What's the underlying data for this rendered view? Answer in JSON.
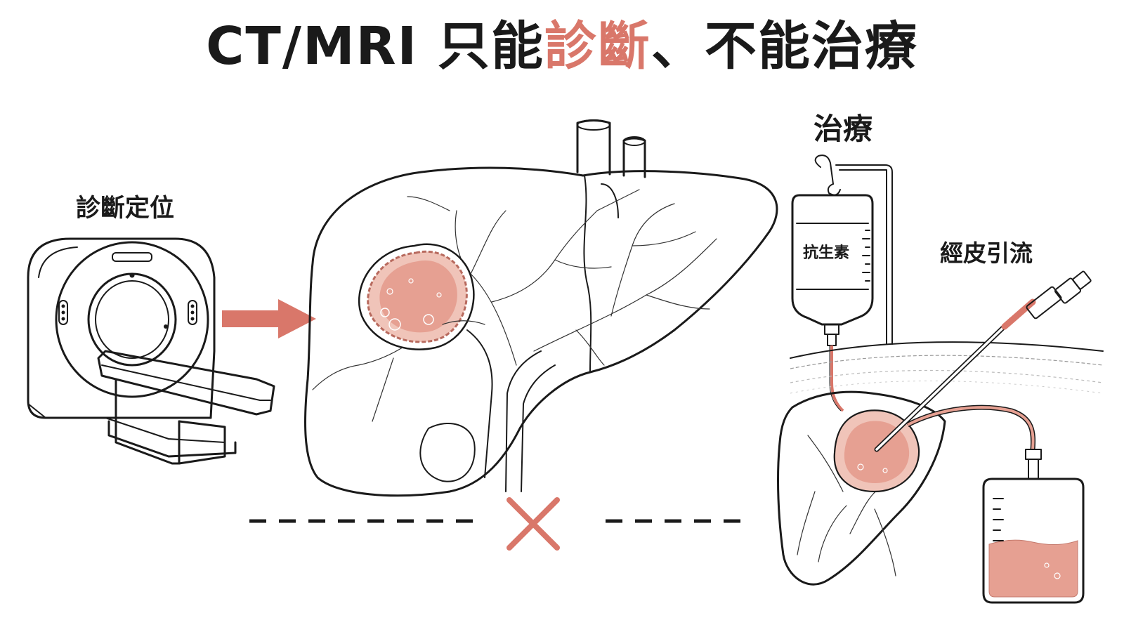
{
  "title": {
    "prefix": "CT/MRI 只能",
    "highlight": "診斷",
    "suffix": "、不能治療"
  },
  "labels": {
    "diagnosis": "診斷定位",
    "treatment": "治療",
    "drainage": "經皮引流",
    "iv_bag": "抗生素"
  },
  "colors": {
    "accent": "#d9776a",
    "abscess_fill": "#e6a092",
    "line": "#1a1a1a"
  },
  "icons": {
    "scanner": "ct-scanner-icon",
    "arrow": "right-arrow-icon",
    "cross": "cross-icon"
  }
}
